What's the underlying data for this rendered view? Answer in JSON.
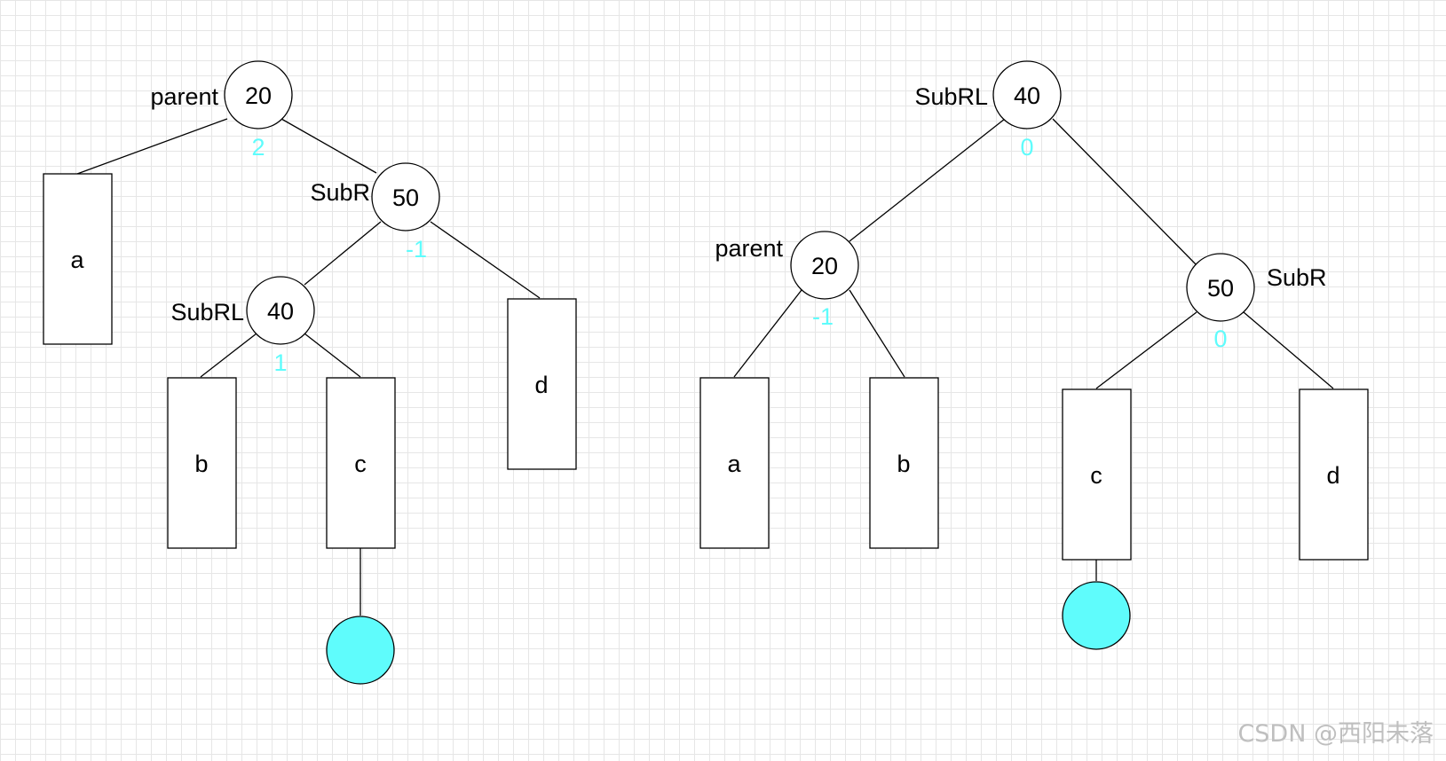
{
  "colors": {
    "balance": "#5ffcfc",
    "inserted_node": "#5ffcfc",
    "line": "#000000",
    "grid": "#e6e6e6"
  },
  "left_tree": {
    "parent": {
      "label": "parent",
      "key": "20",
      "balance": "2"
    },
    "subR": {
      "label": "SubR",
      "key": "50",
      "balance": "-1"
    },
    "subRL": {
      "label": "SubRL",
      "key": "40",
      "balance": "1"
    },
    "subtrees": {
      "a": "a",
      "b": "b",
      "c": "c",
      "d": "d"
    }
  },
  "right_tree": {
    "subRL": {
      "label": "SubRL",
      "key": "40",
      "balance": "0"
    },
    "parent": {
      "label": "parent",
      "key": "20",
      "balance": "-1"
    },
    "subR": {
      "label": "SubR",
      "key": "50",
      "balance": "0"
    },
    "subtrees": {
      "a": "a",
      "b": "b",
      "c": "c",
      "d": "d"
    }
  },
  "watermark": "CSDN @西阳未落"
}
